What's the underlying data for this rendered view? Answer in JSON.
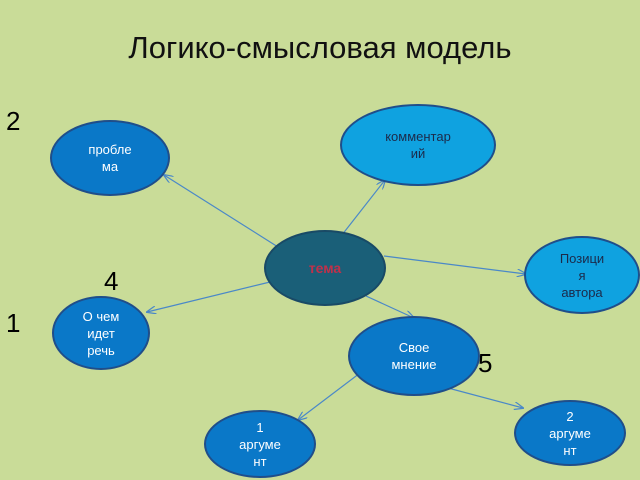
{
  "title": "Логико-смысловая модель",
  "numbers": {
    "n2": "2",
    "n4": "4",
    "n1": "1",
    "n5": "5"
  },
  "nodes": {
    "center": "тема",
    "problem": "пробле\nма",
    "comment": "комментар\nий",
    "position": "Позици\nя\nавтора",
    "about": "О чем\nидет\nречь",
    "opinion": "Свое\nмнение",
    "arg1": "1\nаргуме\nнт",
    "arg2": "2\nаргуме\nнт"
  },
  "colors": {
    "background": "#c9dc98",
    "node_fill": "#0a78c8",
    "node_fill_light": "#0fa2e0",
    "center_fill": "#1a5f78",
    "center_text": "#c0304a",
    "arrow": "#4a88c8"
  }
}
